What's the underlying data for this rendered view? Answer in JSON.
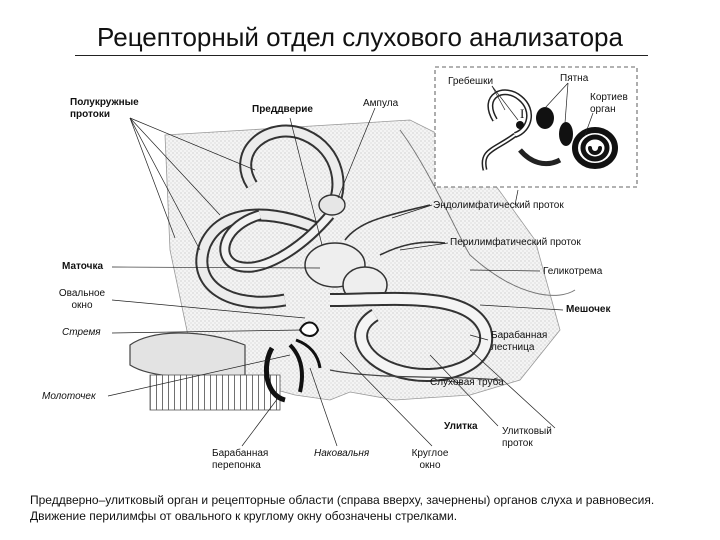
{
  "slide": {
    "title": "Рецепторный отдел слухового анализатора"
  },
  "diagram": {
    "labels": {
      "semicircular_canals": "Полукружные протоки",
      "vestibule": "Преддверие",
      "ampulla": "Ампула",
      "utricle": "Маточка",
      "oval_window": "Овальное окно",
      "stapes": "Стремя",
      "malleus": "Молоточек",
      "tympanic_membrane": "Барабанная перепонка",
      "incus": "Наковальня",
      "round_window": "Круглое окно",
      "cochlea": "Улитка",
      "cochlear_duct": "Улитковый проток",
      "eustachian_tube": "Слуховая труба",
      "scala_tympani": "Барабанная лестница",
      "saccule": "Мешочек",
      "helicotrema": "Геликотрема",
      "perilymphatic_duct": "Перилимфатический проток",
      "endolymphatic_duct": "Эндолимфатический проток"
    },
    "inset": {
      "cristae": "Гребешки",
      "maculae": "Пятна",
      "organ_of_corti": "Кортиев орган",
      "marker": "I"
    }
  },
  "caption": "Преддверно–улитковый орган и рецепторные области (справа вверху, зачернены) органов слуха и равновесия. Движение перилимфы от овального к круглому окну обозначены стрелками."
}
